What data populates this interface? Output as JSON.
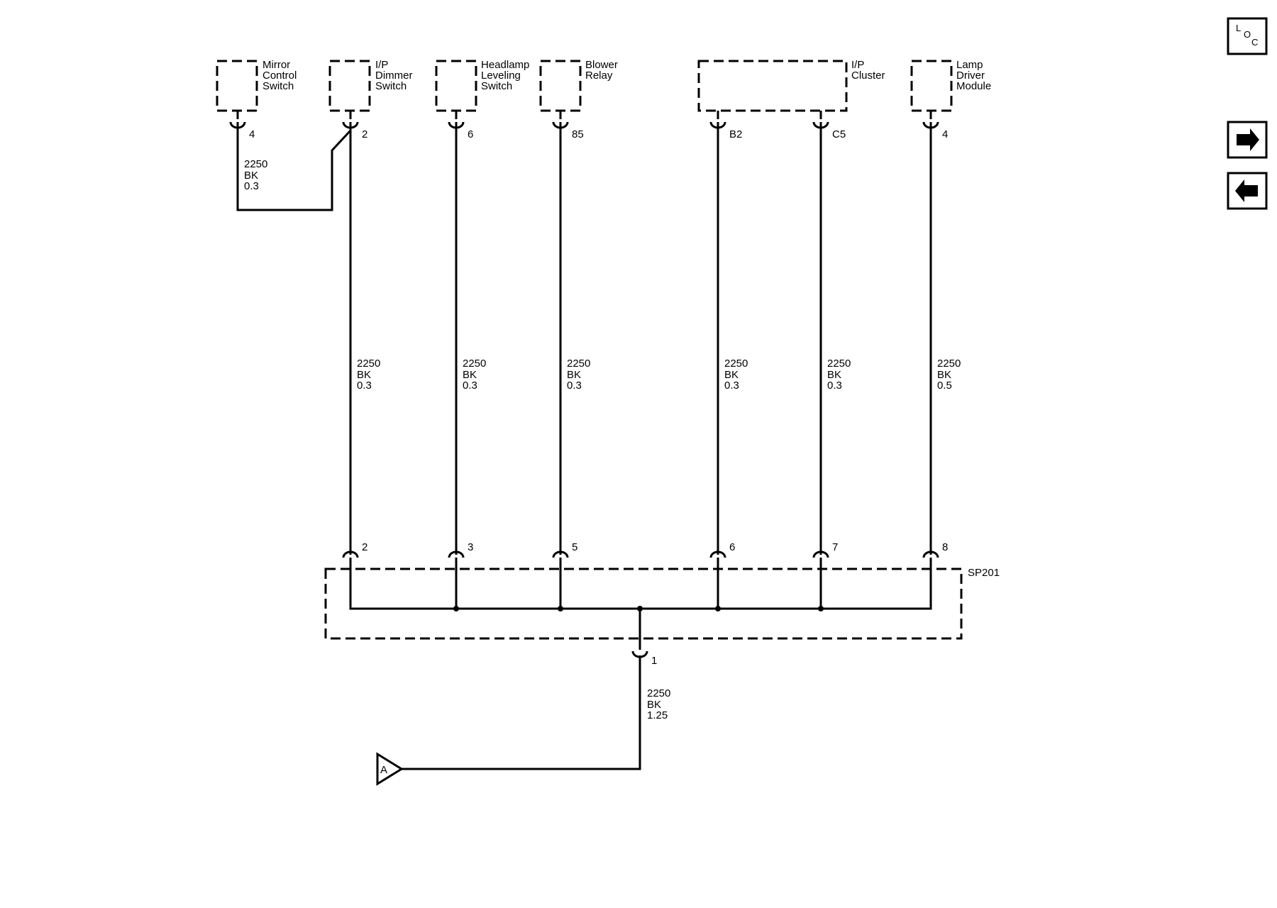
{
  "components": [
    {
      "key": "mirror",
      "line1": "Mirror",
      "line2": "Control",
      "line3": "Switch",
      "pin": "4"
    },
    {
      "key": "dimmer",
      "line1": "I/P",
      "line2": "Dimmer",
      "line3": "Switch",
      "pin": "2"
    },
    {
      "key": "headlamp",
      "line1": "Headlamp",
      "line2": "Leveling",
      "line3": "Switch",
      "pin": "6"
    },
    {
      "key": "blower",
      "line1": "Blower",
      "line2": "Relay",
      "pin": "85"
    },
    {
      "key": "cluster",
      "line1": "I/P",
      "line2": "Cluster",
      "pin_b2": "B2",
      "pin_c5": "C5"
    },
    {
      "key": "lamp",
      "line1": "Lamp",
      "line2": "Driver",
      "line3": "Module",
      "pin": "4"
    }
  ],
  "wires": [
    {
      "circuit": "2250",
      "color": "BK",
      "size": "0.3"
    },
    {
      "circuit": "2250",
      "color": "BK",
      "size": "0.3"
    },
    {
      "circuit": "2250",
      "color": "BK",
      "size": "0.3"
    },
    {
      "circuit": "2250",
      "color": "BK",
      "size": "0.3"
    },
    {
      "circuit": "2250",
      "color": "BK",
      "size": "0.3"
    },
    {
      "circuit": "2250",
      "color": "BK",
      "size": "0.3"
    },
    {
      "circuit": "2250",
      "color": "BK",
      "size": "0.5"
    },
    {
      "circuit": "2250",
      "color": "BK",
      "size": "1.25"
    }
  ],
  "splice": {
    "name": "SP201",
    "pins": [
      "2",
      "3",
      "5",
      "6",
      "7",
      "8"
    ],
    "out_pin": "1"
  },
  "ground_ref": "A",
  "nav": {
    "loc": [
      "L",
      "O",
      "C"
    ],
    "next_icon": "arrow-right-icon",
    "prev_icon": "arrow-left-icon"
  }
}
